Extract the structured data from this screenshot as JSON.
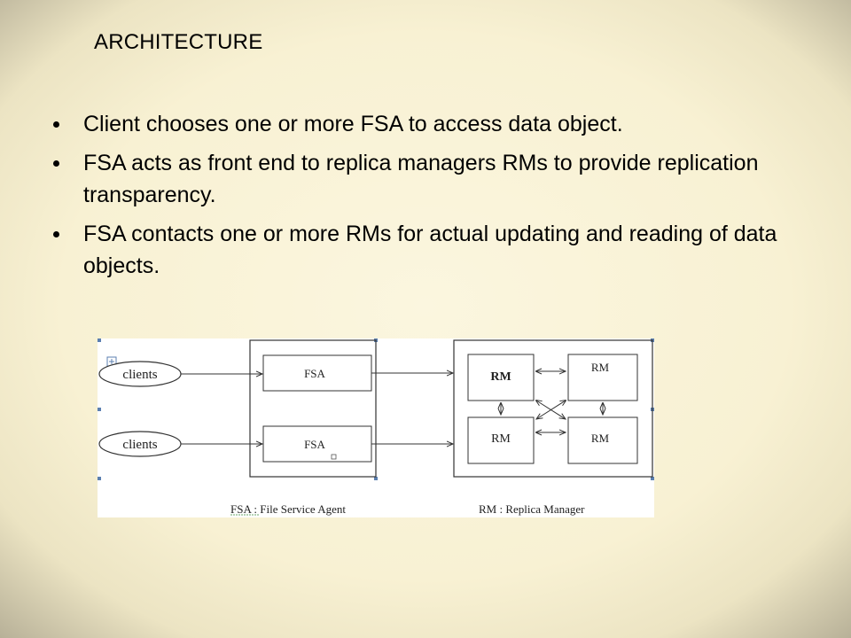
{
  "slide": {
    "title": "ARCHITECTURE",
    "bullets": [
      "Client chooses one or more FSA to access  data object.",
      "FSA  acts as front end to replica managers  RMs to provide replication transparency.",
      "FSA contacts one or more RMs for actual updating and reading of data objects."
    ]
  },
  "diagram": {
    "clients": [
      "clients",
      "clients"
    ],
    "fsa_boxes": [
      "FSA",
      "FSA"
    ],
    "rm_boxes": [
      "RM",
      "RM",
      "RM",
      "RM"
    ],
    "legend_fsa": "FSA : File   Service  Agent",
    "legend_rm": "RM : Replica   Manager"
  },
  "colors": {
    "background": "#f8f1d3",
    "text": "#000000",
    "diagram_line": "#333333",
    "handle": "#5b7fb0"
  }
}
